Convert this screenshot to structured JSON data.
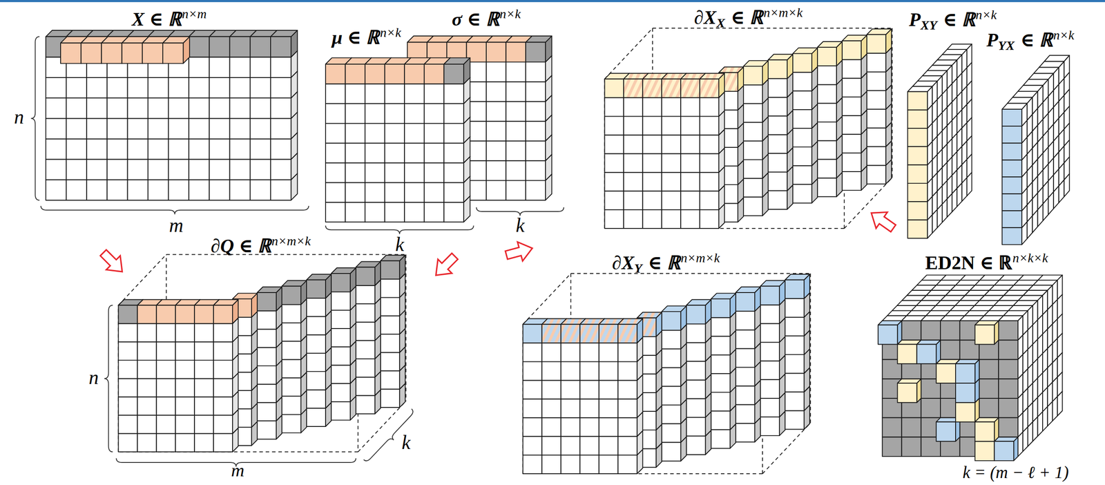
{
  "diagram": {
    "nodes": [
      {
        "text": [
          "X ∈ ℝ",
          "n×m"
        ]
      },
      {
        "text": [
          "μ ∈ ℝ",
          "n×k"
        ]
      },
      {
        "text": [
          "σ ∈ ℝ",
          "n×k"
        ]
      },
      {
        "text": [
          "∂X",
          "X",
          "∈ ℝ",
          "n×m×k"
        ]
      },
      {
        "text": [
          "P",
          "XY",
          "∈ ℝ",
          "n×k"
        ]
      },
      {
        "text": [
          "P",
          "YX",
          "∈ ℝ",
          "n×k"
        ]
      },
      {
        "text": [
          "∂Q ∈ ℝ",
          "n×m×k"
        ]
      },
      {
        "text": [
          "∂X",
          "Y",
          "∈ ℝ",
          "n×m×k"
        ]
      },
      {
        "text": [
          "ED2N ∈ ℝ",
          "n×k×k"
        ]
      }
    ],
    "labels": [
      "n",
      "m",
      "k",
      "k",
      "n",
      "m",
      "k",
      "k = (m − ℓ + 1)"
    ]
  }
}
